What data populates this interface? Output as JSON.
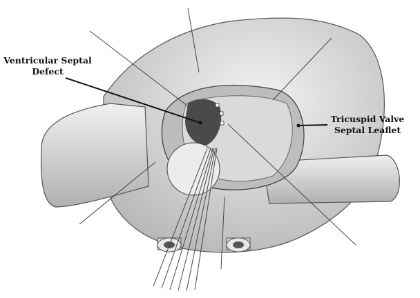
{
  "labels": {
    "vsd_line1": "Ventricular Septal",
    "vsd_line2": "Defect",
    "tv_line1": "Tricuspid Valve",
    "tv_line2": "Septal Leaflet"
  },
  "colors": {
    "tissue_light": "#e4e4e4",
    "tissue_mid": "#c8c8c8",
    "tissue_dark": "#8a8a8a",
    "defect": "#4a4a4a",
    "line": "#111111"
  }
}
